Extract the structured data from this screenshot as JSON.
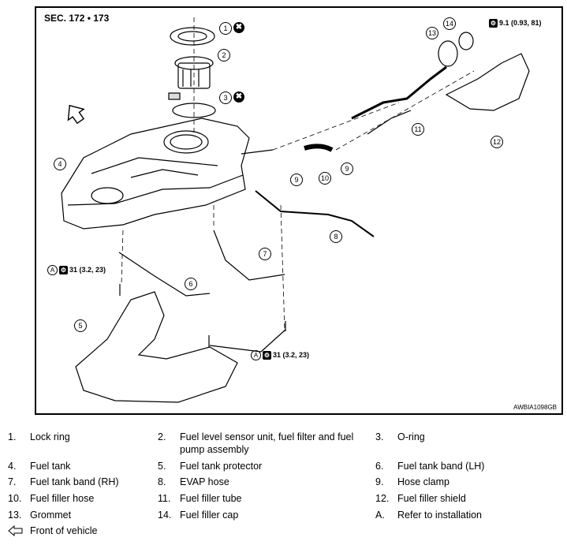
{
  "section_title": "SEC. 172 • 173",
  "image_code": "AWBIA1098GB",
  "torques": {
    "cap": "9.1 (0.93, 81)",
    "left_band": "31 (3.2, 23)",
    "bottom_band": "31 (3.2, 23)",
    "a_mark": "A"
  },
  "callouts": [
    "1",
    "2",
    "3",
    "4",
    "5",
    "6",
    "7",
    "8",
    "9",
    "9",
    "10",
    "11",
    "12",
    "13",
    "14"
  ],
  "x_symbol": "✖",
  "legend": [
    {
      "num": "1.",
      "text": "Lock ring"
    },
    {
      "num": "2.",
      "text": "Fuel level sensor unit, fuel filter and fuel pump assembly"
    },
    {
      "num": "3.",
      "text": "O-ring"
    },
    {
      "num": "4.",
      "text": "Fuel tank"
    },
    {
      "num": "5.",
      "text": "Fuel tank protector"
    },
    {
      "num": "6.",
      "text": "Fuel tank band (LH)"
    },
    {
      "num": "7.",
      "text": "Fuel tank band (RH)"
    },
    {
      "num": "8.",
      "text": "EVAP hose"
    },
    {
      "num": "9.",
      "text": "Hose clamp"
    },
    {
      "num": "10.",
      "text": "Fuel filler hose"
    },
    {
      "num": "11.",
      "text": "Fuel filler tube"
    },
    {
      "num": "12.",
      "text": "Fuel filler shield"
    },
    {
      "num": "13.",
      "text": "Grommet"
    },
    {
      "num": "14.",
      "text": "Fuel filler cap"
    },
    {
      "num": "A.",
      "text": "Refer to installation"
    }
  ],
  "front_label": "Front of vehicle"
}
